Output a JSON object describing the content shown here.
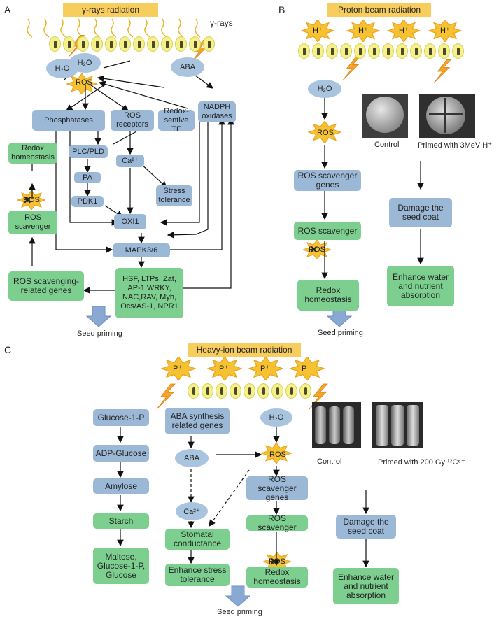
{
  "panel_a": {
    "label": "A",
    "title": "γ-rays radiation",
    "rays_label": "γ-rays",
    "h2o_1": "H₂O",
    "h2o_2": "H₂O",
    "aba": "ABA",
    "ros": "ROS",
    "phosphatases": "Phosphatases",
    "ros_receptors": "ROS receptors",
    "redox_tf": "Redox-sentive TF",
    "nadph": "NADPH oxidases",
    "plc_pld": "PLC/PLD",
    "pa": "PA",
    "pdk1": "PDK1",
    "ca": "Ca²⁺",
    "stress_tolerance": "Stress tolerance",
    "oxi1": "OXI1",
    "mapk": "MAPK3/6",
    "tfs": "HSF, LTPs, Zat, AP-1,WRKY, NAC,RAV, Myb, Ocs/AS-1, NPR1",
    "redox_homeostasis": "Redox homeostasis",
    "ros_x": "ROS",
    "ros_scavenger": "ROS scavenger",
    "ros_scavenging_genes": "ROS scavenging-related genes",
    "seed_priming": "Seed priming"
  },
  "panel_b": {
    "label": "B",
    "title": "Proton beam radiation",
    "h_plus": "H⁺",
    "h2o": "H₂O",
    "ros": "ROS",
    "ros_scavenger_genes": "ROS scavenger genes",
    "ros_scavenger": "ROS scavenger",
    "ros_x": "ROS",
    "redox_homeostasis": "Redox homeostasis",
    "control": "Control",
    "primed": "Primed with 3MeV H⁺",
    "damage": "Damage the seed coat",
    "enhance": "Enhance water and nutrient absorption",
    "seed_priming": "Seed priming"
  },
  "panel_c": {
    "label": "C",
    "title": "Heavy-ion beam radiation",
    "p_plus": "P⁺",
    "glucose1p": "Glucose-1-P",
    "adp_glucose": "ADP-Glucose",
    "amylose": "Amylose",
    "starch": "Starch",
    "maltose": "Maltose, Glucose-1-P, Glucose",
    "aba_genes": "ABA synthesis related genes",
    "aba": "ABA",
    "ca": "Ca²⁺",
    "stomatal": "Stomatal conductance",
    "enhance_stress": "Enhance stress tolerance",
    "h2o": "H₂O",
    "ros": "ROS",
    "ros_scavenger_genes": "ROS scavenger genes",
    "ros_scavenger": "ROS scavenger",
    "ros_x": "ROS",
    "redox_homeostasis": "Redox homeostasis",
    "control": "Control",
    "primed": "Primed with 200 Gy ¹²C⁶⁺",
    "damage": "Damage the seed coat",
    "enhance": "Enhance water and nutrient absorption",
    "seed_priming": "Seed priming"
  },
  "colors": {
    "blue_box": "#9bb8d6",
    "green_box": "#7ccf8f",
    "title_bar": "#f7cd5e",
    "burst": "#f6c232",
    "bolt": "#f3a626"
  }
}
